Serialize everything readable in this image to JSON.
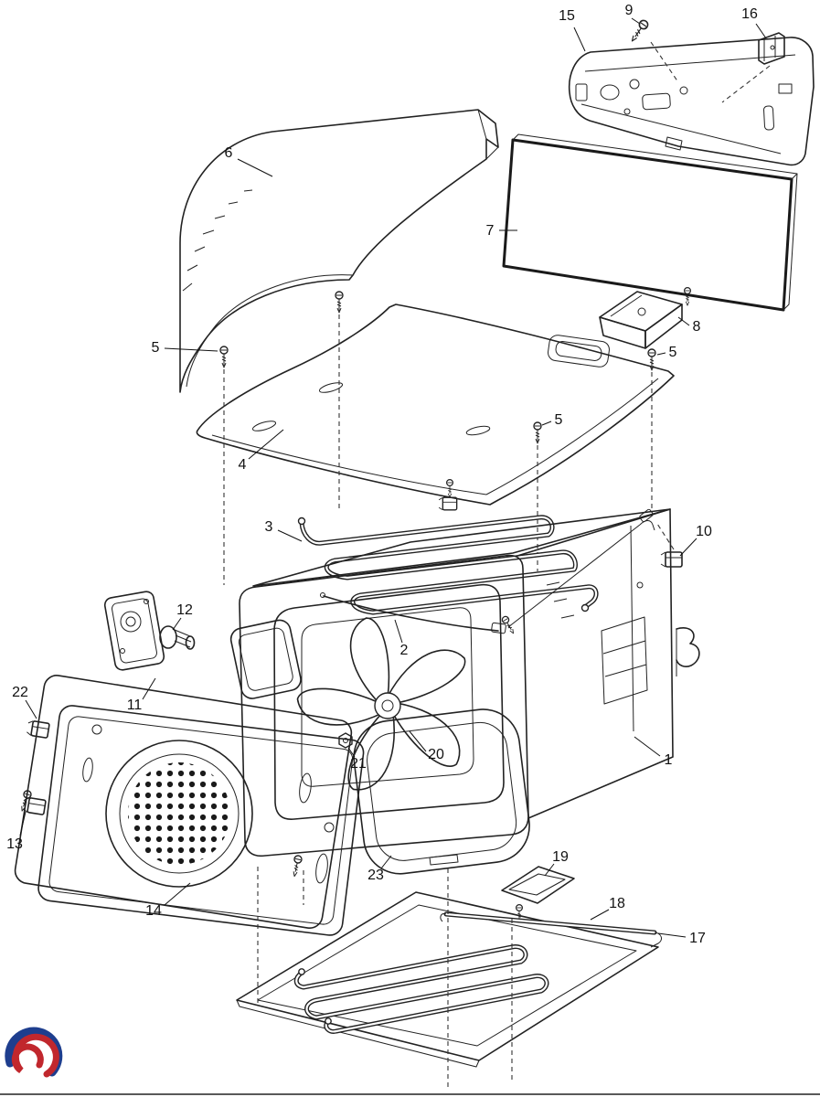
{
  "diagram": {
    "subject": "oven exploded parts view",
    "callouts": [
      {
        "id": "15",
        "label": "15"
      },
      {
        "id": "9",
        "label": "9"
      },
      {
        "id": "16",
        "label": "16"
      },
      {
        "id": "6",
        "label": "6"
      },
      {
        "id": "7",
        "label": "7"
      },
      {
        "id": "5a",
        "label": "5"
      },
      {
        "id": "8",
        "label": "8"
      },
      {
        "id": "5b",
        "label": "5"
      },
      {
        "id": "5c",
        "label": "5"
      },
      {
        "id": "4",
        "label": "4"
      },
      {
        "id": "3",
        "label": "3"
      },
      {
        "id": "10",
        "label": "10"
      },
      {
        "id": "12",
        "label": "12"
      },
      {
        "id": "2",
        "label": "2"
      },
      {
        "id": "11",
        "label": "11"
      },
      {
        "id": "1",
        "label": "1"
      },
      {
        "id": "22",
        "label": "22"
      },
      {
        "id": "21",
        "label": "21"
      },
      {
        "id": "20",
        "label": "20"
      },
      {
        "id": "13",
        "label": "13"
      },
      {
        "id": "23",
        "label": "23"
      },
      {
        "id": "14",
        "label": "14"
      },
      {
        "id": "19",
        "label": "19"
      },
      {
        "id": "18",
        "label": "18"
      },
      {
        "id": "17",
        "label": "17"
      }
    ]
  },
  "watermark": {
    "icon": "red-blue-swirl-logo"
  },
  "colors": {
    "line": "#222222",
    "background": "#ffffff",
    "logo_blue": "#1e3e8e",
    "logo_red": "#c1272d"
  }
}
